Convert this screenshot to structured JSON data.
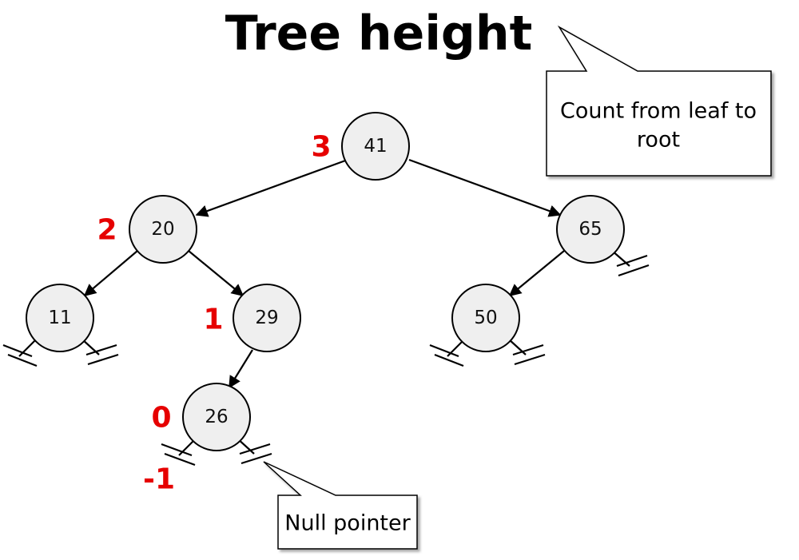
{
  "title": "Tree height",
  "nodes": [
    {
      "id": "n41",
      "value": "41"
    },
    {
      "id": "n20",
      "value": "20"
    },
    {
      "id": "n65",
      "value": "65"
    },
    {
      "id": "n11",
      "value": "11"
    },
    {
      "id": "n29",
      "value": "29"
    },
    {
      "id": "n50",
      "value": "50"
    },
    {
      "id": "n26",
      "value": "26"
    }
  ],
  "edges": [
    {
      "from": "n41",
      "to": "n20"
    },
    {
      "from": "n41",
      "to": "n65"
    },
    {
      "from": "n20",
      "to": "n11"
    },
    {
      "from": "n20",
      "to": "n29"
    },
    {
      "from": "n65",
      "to": "n50"
    },
    {
      "from": "n29",
      "to": "n26"
    }
  ],
  "height_labels": [
    {
      "node": "n41",
      "text": "3"
    },
    {
      "node": "n20",
      "text": "2"
    },
    {
      "node": "n29",
      "text": "1"
    },
    {
      "node": "n26",
      "text": "0"
    },
    {
      "node": "n26-null",
      "text": "-1"
    }
  ],
  "callouts": {
    "count": {
      "lines": [
        "Count from leaf to",
        "root"
      ]
    },
    "null_pointer": {
      "text": "Null pointer"
    }
  },
  "colors": {
    "height_label": "#e60000",
    "node_fill": "#efefef",
    "stroke": "#000000"
  }
}
